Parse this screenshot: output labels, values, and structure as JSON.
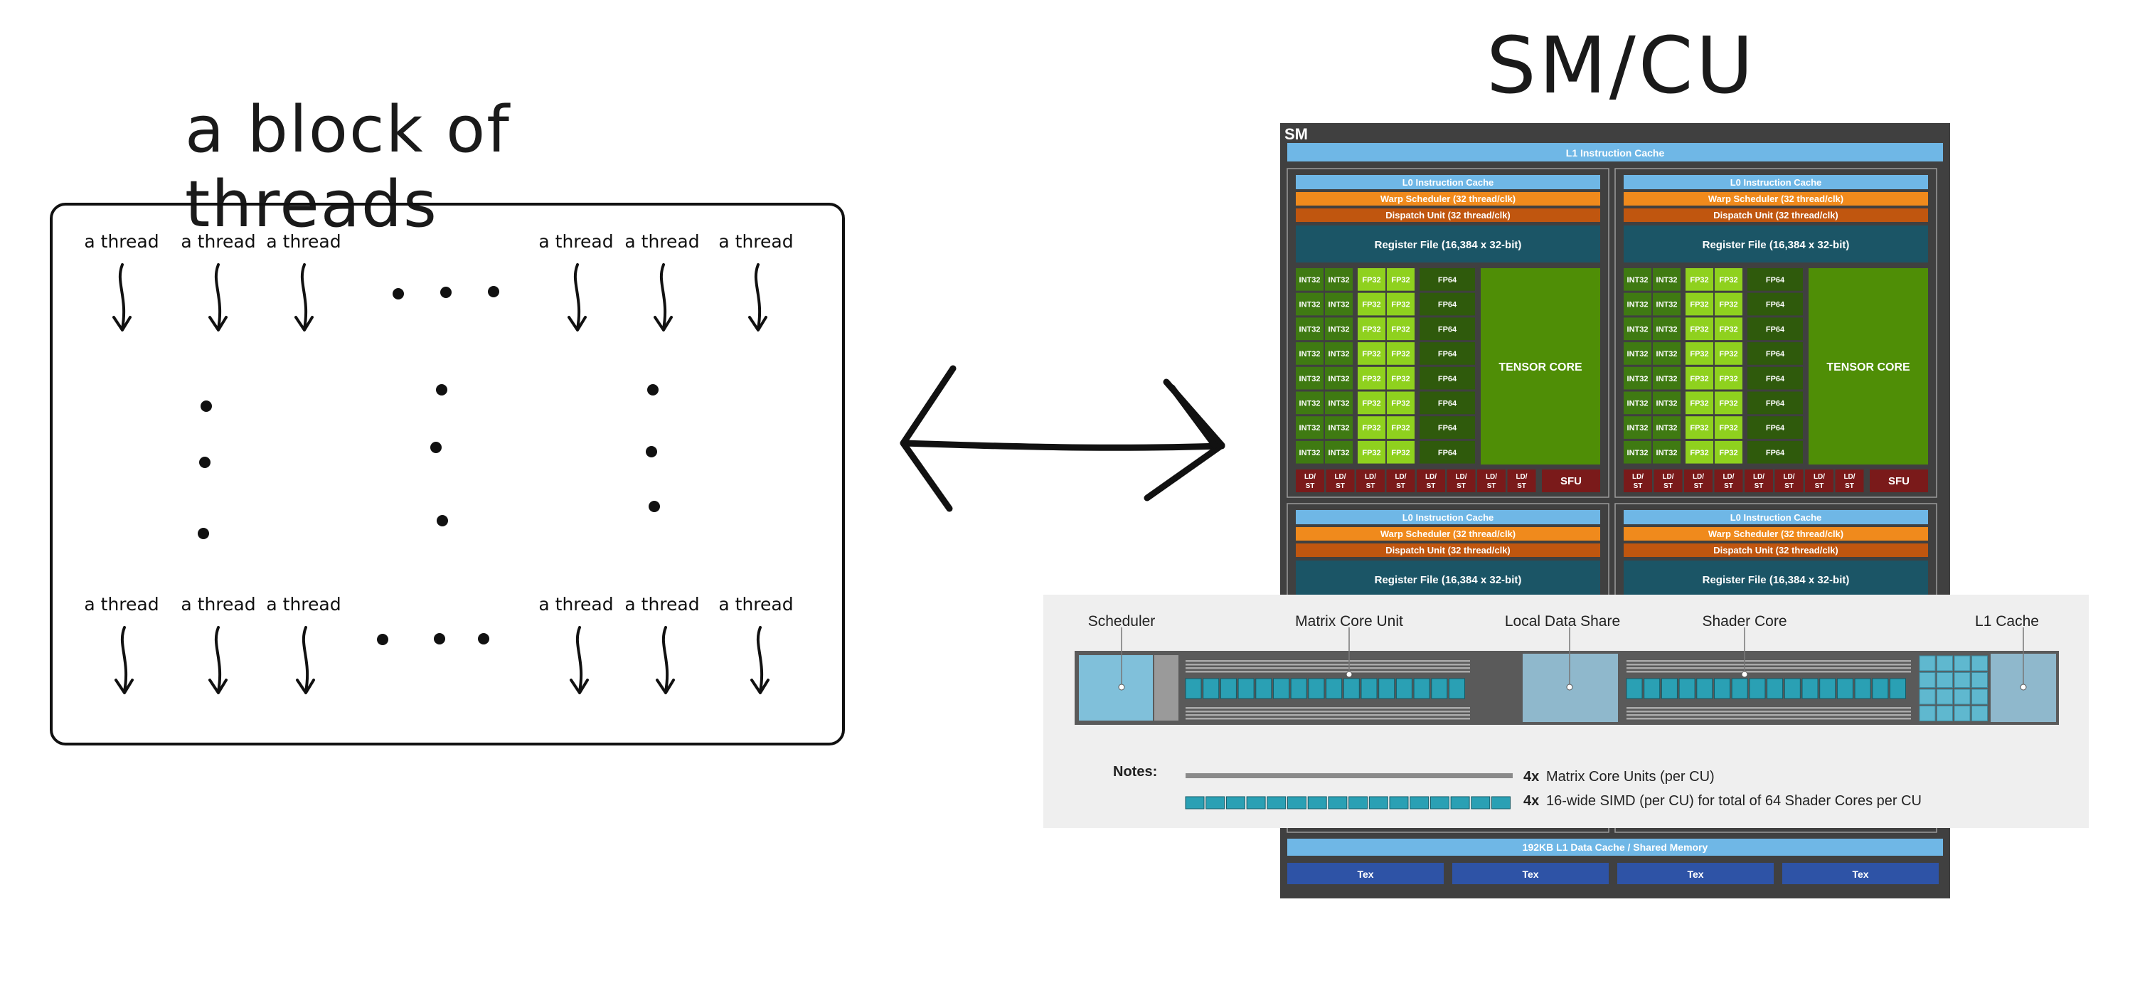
{
  "left": {
    "title": "a block of threads",
    "thread_label": "a thread"
  },
  "right": {
    "title": "SM/CU",
    "sm": {
      "label": "SM",
      "l1_instruction_cache": "L1 Instruction Cache",
      "l0_instruction_cache": "L0 Instruction Cache",
      "warp_scheduler": "Warp Scheduler (32 thread/clk)",
      "dispatch_unit": "Dispatch Unit (32 thread/clk)",
      "register_file": "Register File (16,384 x 32-bit)",
      "int32": "INT32",
      "fp32": "FP32",
      "fp64": "FP64",
      "tensor_core": "TENSOR CORE",
      "ldst_top": "LD/",
      "ldst_bottom": "ST",
      "sfu": "SFU",
      "l1_data_cache": "192KB L1 Data Cache / Shared Memory",
      "tex": "Tex"
    },
    "cu": {
      "scheduler": "Scheduler",
      "matrix_core_unit": "Matrix Core Unit",
      "local_data_share": "Local Data Share",
      "shader_core": "Shader Core",
      "l1_cache": "L1 Cache",
      "notes_label": "Notes:",
      "note1_count": "4x",
      "note1": "Matrix Core Units (per CU)",
      "note2_count": "4x",
      "note2": "16-wide SIMD (per CU) for total of 64 Shader Cores per CU"
    }
  },
  "colors": {
    "sm_bg": "#404040",
    "cache_blue": "#6fb7e6",
    "warp_orange": "#f08a1c",
    "dispatch_orange": "#c0560f",
    "register_teal": "#1b5566",
    "int_green": "#3f7a12",
    "fp32_green": "#8fd11e",
    "fp64_green": "#2f5a0c",
    "tensor_green": "#4f8e06",
    "ldst_red": "#7a1a1a",
    "tex_blue": "#2e53a6",
    "cu_teal": "#2aa0b4",
    "lds_blue": "#8fb8cc"
  }
}
